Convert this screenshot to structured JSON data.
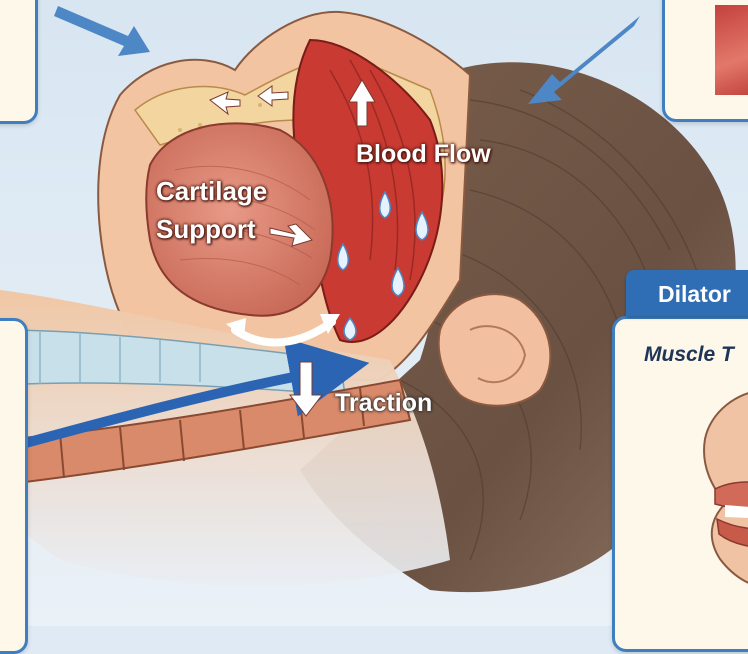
{
  "labels": {
    "cartilage_line1": "Cartilage",
    "cartilage_line2": "Support",
    "blood_flow": "Blood Flow",
    "traction": "Traction"
  },
  "panels": {
    "right_title": "Dilator",
    "right_subtitle": "Muscle T"
  },
  "colors": {
    "panel_border": "#3f7fc0",
    "panel_header": "#2f6db5",
    "panel_fill": "#fdf8ea",
    "airflow_arrow": "#2a64b2",
    "pointer_arrow": "#4d87c6",
    "tongue": "#d98574",
    "mucosa": "#c83a32",
    "hair": "#6e5544",
    "skin": "#f2c4a2"
  },
  "icons": [
    "arrow-icon",
    "curved-double-arrow-icon",
    "droplet-icon"
  ]
}
